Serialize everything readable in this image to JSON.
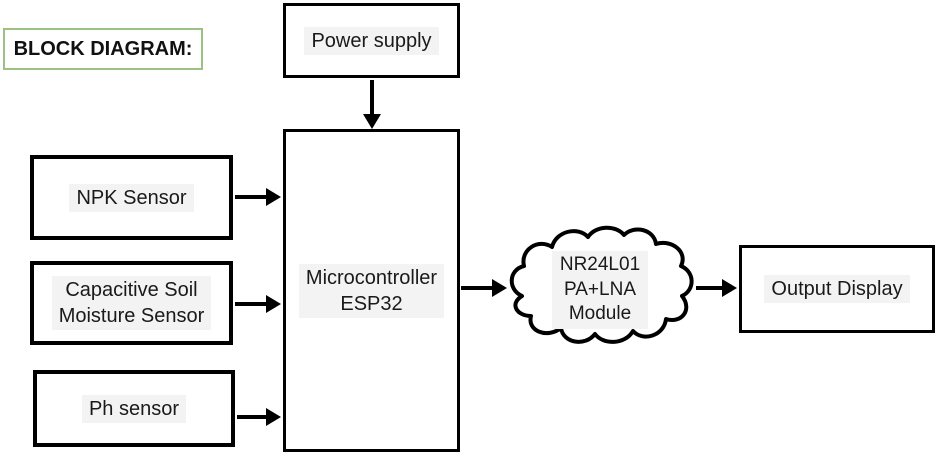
{
  "title": {
    "label": "BLOCK DIAGRAM:"
  },
  "colors": {
    "title_border": "#9dc183",
    "box_border": "#000000",
    "arrow": "#000000",
    "text_highlight": "#f3f3f3"
  },
  "nodes": {
    "power_supply": {
      "label": "Power supply"
    },
    "microcontroller": {
      "line1": "Microcontroller",
      "line2": "ESP32"
    },
    "npk_sensor": {
      "label": "NPK Sensor"
    },
    "capacitive_soil_moisture_sensor": {
      "line1": "Capacitive Soil",
      "line2": "Moisture Sensor"
    },
    "ph_sensor": {
      "label": "Ph sensor"
    },
    "wireless_module": {
      "line1": "NR24L01",
      "line2": "PA+LNA",
      "line3": "Module"
    },
    "output_display": {
      "label": "Output Display"
    }
  },
  "edges": [
    {
      "from": "power_supply",
      "to": "microcontroller"
    },
    {
      "from": "npk_sensor",
      "to": "microcontroller"
    },
    {
      "from": "capacitive_soil_moisture_sensor",
      "to": "microcontroller"
    },
    {
      "from": "ph_sensor",
      "to": "microcontroller"
    },
    {
      "from": "microcontroller",
      "to": "wireless_module"
    },
    {
      "from": "wireless_module",
      "to": "output_display"
    }
  ]
}
